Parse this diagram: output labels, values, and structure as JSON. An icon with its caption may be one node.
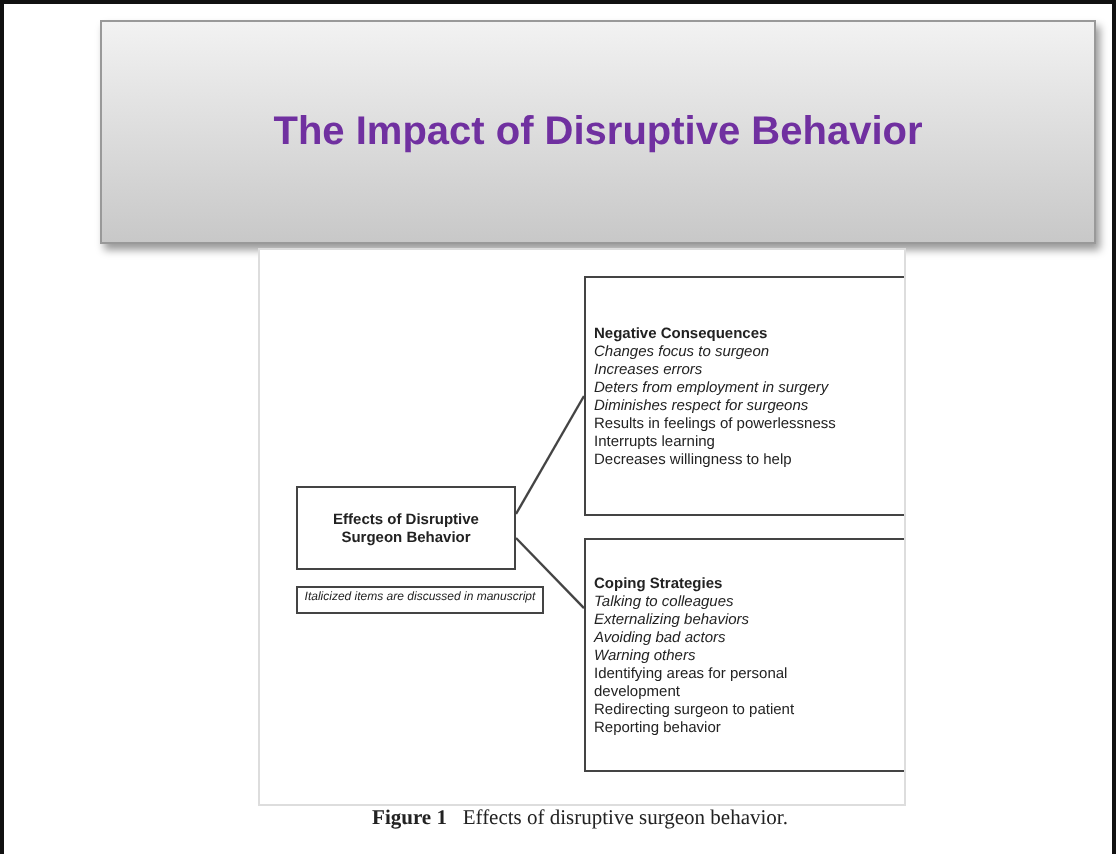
{
  "diagram": {
    "title": "The Impact of Disruptive Behavior",
    "caption": "**Figure 1**   Effects of disruptive surgeon behavior.",
    "nodes": [
      {
        "text": [
          "Effects of Disruptive Surgeon Behavior"
        ]
      },
      {
        "text": [
          "Negative Consequences",
          "*Changes focus to surgeon*",
          "*Increases errors*",
          "*Deters from employment in surgery*",
          "*Diminishes respect for surgeons*",
          "Results in feelings of powerlessness",
          "Interrupts learning",
          "Decreases willingness to help"
        ]
      },
      {
        "text": [
          "Coping Strategies",
          "*Talking to colleagues*",
          "*Externalizing behaviors*",
          "*Avoiding bad actors*",
          "*Warning others*",
          "Identifying areas for personal development",
          "Redirecting surgeon to patient",
          "Reporting behavior"
        ]
      },
      {
        "text": [
          "*Italicized items are discussed in manuscript*"
        ]
      }
    ],
    "edges": [
      {
        "from": 0,
        "to": 1,
        "arrow": "none"
      },
      {
        "from": 0,
        "to": 2,
        "arrow": "none"
      }
    ]
  }
}
